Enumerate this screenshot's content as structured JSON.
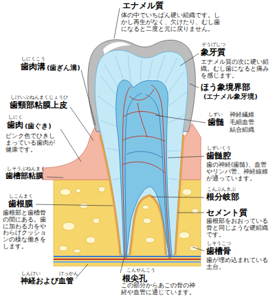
{
  "diagram": {
    "labels": [
      "エナメル質",
      "体の中でいちばん硬い組織です。しかし再生がなく、欠けたり、むし歯になると二度と元に戻りません。",
      "しにくこう",
      "歯肉溝",
      "(歯ぎん溝)",
      "ぞうげしつ",
      "象牙質",
      "エナメル質の次に硬い組織。むし歯になると痛みを感じます。",
      "ほう象境界部",
      "(エナメル象牙境)",
      "しけいぶねんまくじょうひ",
      "歯頸部粘膜上皮",
      "しにく",
      "歯肉",
      "(歯ぐき)",
      "ピンク色でひきしまっている歯肉が健康です。",
      "しずい",
      "歯髄",
      "神経繊維",
      "毛細血管",
      "結合組織",
      "しそうぶねんまく",
      "歯槽部粘膜",
      "しずいくう",
      "歯髄腔",
      "歯の神経(歯髄)、血管やリンパ管、神経線維が通っています。",
      "しこんまく",
      "歯根膜",
      "歯根部と歯槽骨の間にある。歯に加わる力をやわらげクッションの様な働きをします。",
      "こんぶんきぶ",
      "根分岐部",
      "セメント質",
      "歯根部をおおっている骨と同じような硬組織です。",
      "しそうこつ",
      "歯槽骨",
      "歯が埋め込まれている土台。",
      "しんけい",
      "神経および血管",
      "けっかん",
      "こんせんこう",
      "根尖孔",
      "この部分からあごの骨の神経や血管に通じています。"
    ]
  }
}
